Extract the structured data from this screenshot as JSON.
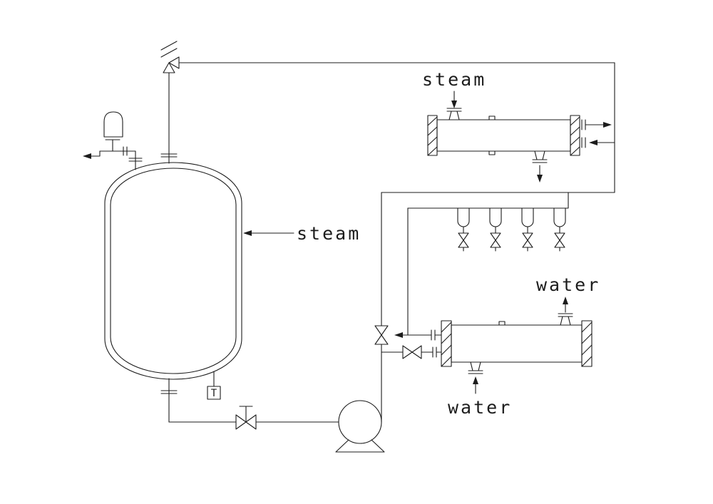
{
  "diagram": {
    "labels": {
      "vessel_steam": "steam",
      "condenser_steam": "steam",
      "cooler_water_out": "water",
      "cooler_water_in": "water",
      "temperature_tag": "T"
    },
    "colors": {
      "line": "#1c1c1c",
      "background": "#ffffff"
    }
  }
}
